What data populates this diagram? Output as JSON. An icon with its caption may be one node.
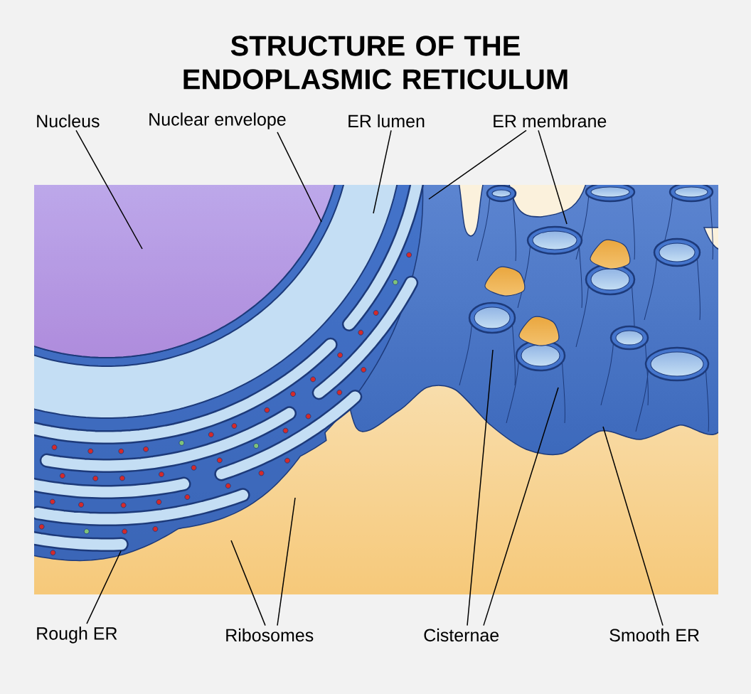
{
  "diagram": {
    "title": "STRUCTURE OF THE ENDOPLASMIC RETICULUM",
    "nodes": [
      {
        "text": [
          "Nucleus"
        ]
      },
      {
        "text": [
          "Nuclear envelope"
        ]
      },
      {
        "text": [
          "ER lumen"
        ]
      },
      {
        "text": [
          "ER membrane"
        ]
      },
      {
        "text": [
          "Rough ER"
        ]
      },
      {
        "text": [
          "Ribosomes"
        ]
      },
      {
        "text": [
          "Cisternae"
        ]
      },
      {
        "text": [
          "Smooth ER"
        ]
      }
    ],
    "edges": [
      {
        "from": 0,
        "to": null,
        "arrow": "none"
      },
      {
        "from": 1,
        "to": null,
        "arrow": "none"
      },
      {
        "from": 2,
        "to": null,
        "arrow": "none"
      },
      {
        "from": 3,
        "to": null,
        "arrow": "none"
      },
      {
        "from": 3,
        "to": null,
        "arrow": "none"
      },
      {
        "from": 4,
        "to": null,
        "arrow": "none"
      },
      {
        "from": 5,
        "to": null,
        "arrow": "none"
      },
      {
        "from": 5,
        "to": null,
        "arrow": "none"
      },
      {
        "from": 6,
        "to": null,
        "arrow": "none"
      },
      {
        "from": 6,
        "to": null,
        "arrow": "none"
      },
      {
        "from": 7,
        "to": null,
        "arrow": "none"
      }
    ]
  }
}
